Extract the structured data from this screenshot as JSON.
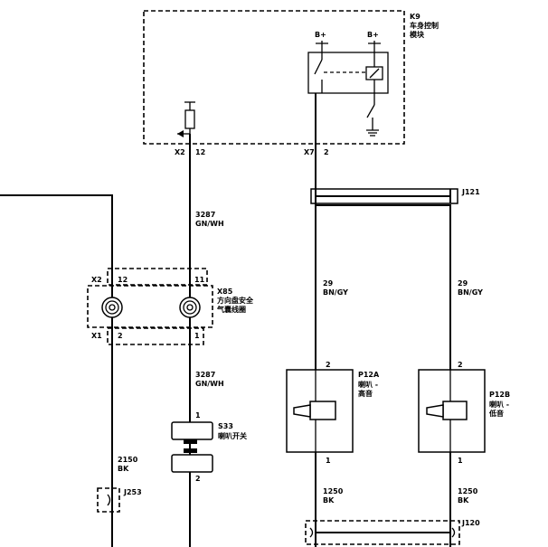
{
  "modules": {
    "k9": {
      "id": "K9",
      "name_line1": "车身控制",
      "name_line2": "模块",
      "bplus_1": "B+",
      "bplus_2": "B+",
      "conn_x2": "X2",
      "pin_12": "12",
      "conn_x7": "X7",
      "pin_2": "2"
    },
    "j121": {
      "id": "J121"
    },
    "x85": {
      "id": "X85",
      "name_line1": "方向盘安全",
      "name_line2": "气囊线圈",
      "conn_x2": "X2",
      "conn_x1": "X1",
      "pin_top_left": "12",
      "pin_top_right": "11",
      "pin_bot_left": "2",
      "pin_bot_right": "1"
    },
    "s33": {
      "id": "S33",
      "name": "喇叭开关",
      "pin_top": "1",
      "pin_bottom": "2"
    },
    "p12a": {
      "id": "P12A",
      "name_line1": "喇叭 -",
      "name_line2": "高音",
      "pin_top": "2",
      "pin_bottom": "1"
    },
    "p12b": {
      "id": "P12B",
      "name_line1": "喇叭 -",
      "name_line2": "低音",
      "pin_top": "2",
      "pin_bottom": "1"
    },
    "j253": {
      "id": "J253"
    },
    "j120": {
      "id": "J120"
    }
  },
  "wires": {
    "w1": {
      "circuit": "3287",
      "color": "GN/WH"
    },
    "w2": {
      "circuit": "3287",
      "color": "GN/WH"
    },
    "w3": {
      "circuit": "29",
      "color": "BN/GY"
    },
    "w4": {
      "circuit": "29",
      "color": "BN/GY"
    },
    "w5": {
      "circuit": "2150",
      "color": "BK"
    },
    "w6": {
      "circuit": "1250",
      "color": "BK"
    },
    "w7": {
      "circuit": "1250",
      "color": "BK"
    }
  }
}
